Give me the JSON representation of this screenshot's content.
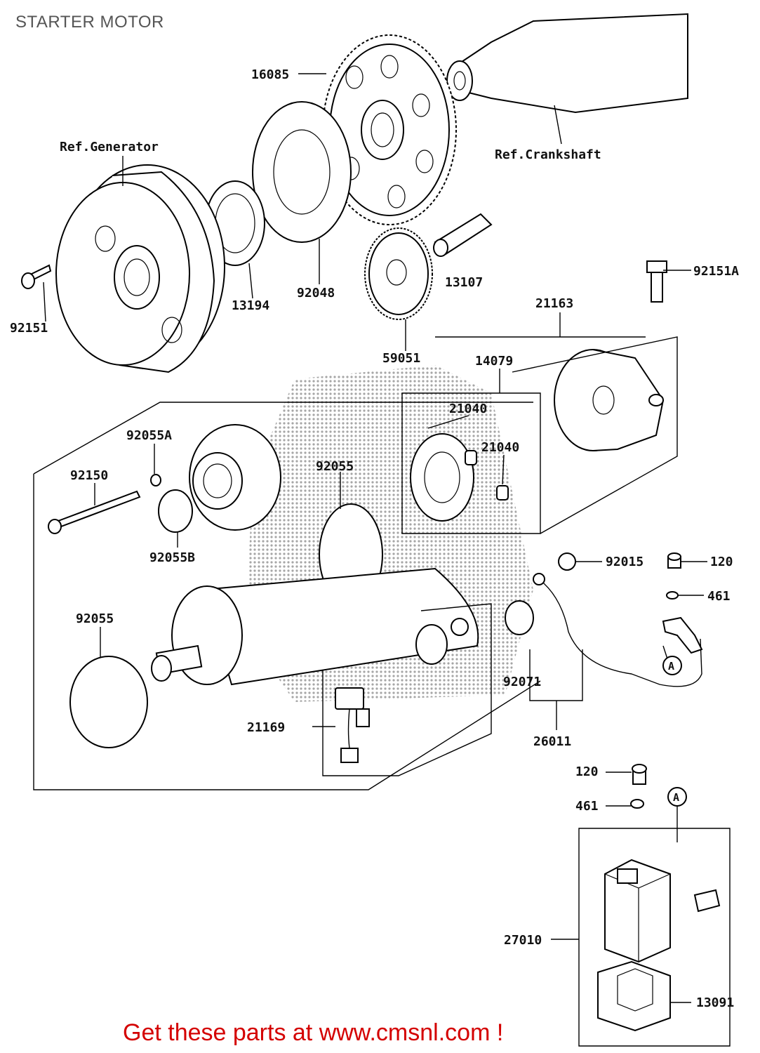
{
  "title": "STARTER MOTOR",
  "footer": "Get these parts at www.cmsnl.com !",
  "colors": {
    "footer": "#d40000",
    "title": "#555555"
  },
  "refs": {
    "generator": "Ref.Generator",
    "crankshaft": "Ref.Crankshaft"
  },
  "parts": {
    "p16085": "16085",
    "p13194": "13194",
    "p92048": "92048",
    "p13107": "13107",
    "p92151": "92151",
    "p92151A": "92151A",
    "p21163": "21163",
    "p59051": "59051",
    "p14079": "14079",
    "p21040a": "21040",
    "p21040b": "21040",
    "p92055A": "92055A",
    "p92150": "92150",
    "p92055a": "92055",
    "p92055B": "92055B",
    "p92055b": "92055",
    "p92015": "92015",
    "p120a": "120",
    "p461a": "461",
    "p92071": "92071",
    "p21169": "21169",
    "p26011": "26011",
    "p120b": "120",
    "p461b": "461",
    "p27010": "27010",
    "p13091": "13091"
  },
  "markers": {
    "a1": "A",
    "a2": "A"
  }
}
